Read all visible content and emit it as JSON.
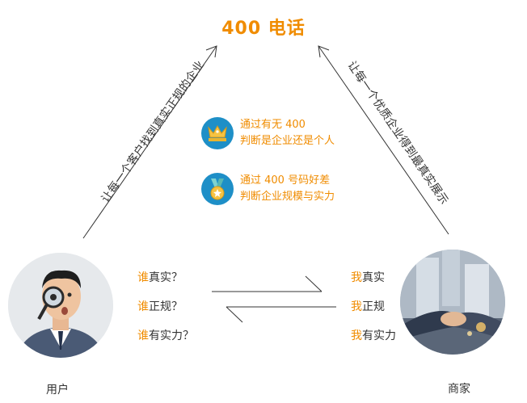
{
  "title": "400 电话",
  "left_edge_text": "让每一个客户找到真实正规的企业",
  "right_edge_text": "让每一个优质企业得到最真实展示",
  "info": [
    {
      "icon": "crown-icon",
      "line1": "通过有无 400",
      "line2": "判断是企业还是个人"
    },
    {
      "icon": "medal-icon",
      "line1": "通过 400 号码好差",
      "line2": "判断企业规模与实力"
    }
  ],
  "questions": [
    {
      "prefix": "谁",
      "rest": "真实？"
    },
    {
      "prefix": "谁",
      "rest": "正规？"
    },
    {
      "prefix": "谁",
      "rest": "有实力？"
    }
  ],
  "answers": [
    {
      "prefix": "我",
      "rest": "真实"
    },
    {
      "prefix": "我",
      "rest": "正规"
    },
    {
      "prefix": "我",
      "rest": "有实力"
    }
  ],
  "user_caption": "用户",
  "merchant_caption": "商家",
  "colors": {
    "accent": "#f08c00",
    "badge": "#1e8fc7",
    "line": "#333333"
  }
}
